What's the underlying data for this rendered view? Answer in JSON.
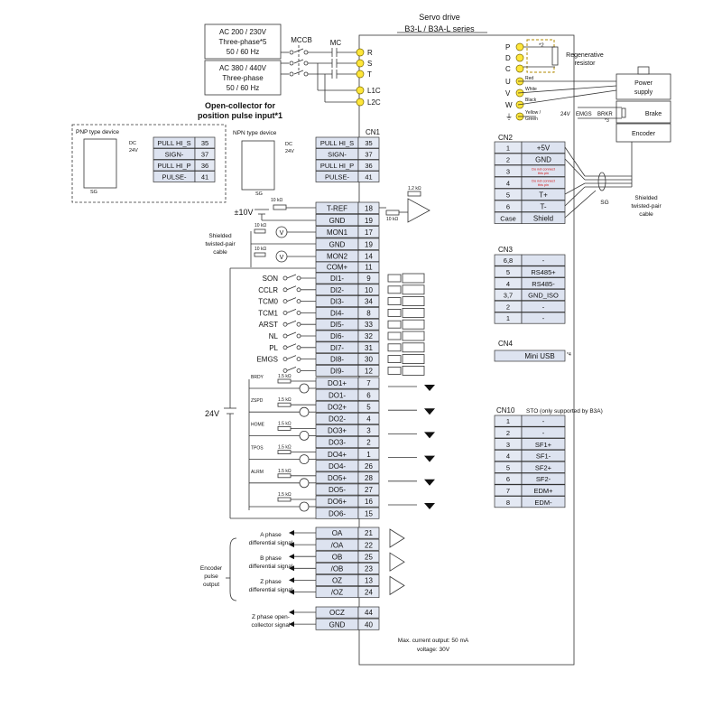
{
  "drive": {
    "title": "Servo drive",
    "series": "B3-L / B3A-L series"
  },
  "power": {
    "ac1": [
      "AC 200 / 230V",
      "Three-phase*5",
      "50 / 60 Hz"
    ],
    "ac2": [
      "AC 380 / 440V",
      "Three-phase",
      "50 / 60 Hz"
    ],
    "mccb": "MCCB",
    "mc": "MC",
    "terminals": [
      "R",
      "S",
      "T",
      "L1C",
      "L2C"
    ]
  },
  "open_collector": {
    "heading": [
      "Open-collector for",
      "position pulse input*1"
    ],
    "pnp_label": "PNP type device",
    "npn_label": "NPN type device",
    "dc_label": "DC",
    "v24": "24V",
    "sg": "SG",
    "pnp_rows": [
      {
        "name": "PULL HI_S",
        "pin": "35"
      },
      {
        "name": "SIGN-",
        "pin": "37"
      },
      {
        "name": "PULL HI_P",
        "pin": "36"
      },
      {
        "name": "PULSE-",
        "pin": "41"
      }
    ]
  },
  "cn1": {
    "label": "CN1",
    "top_rows": [
      {
        "name": "PULL HI_S",
        "pin": "35"
      },
      {
        "name": "SIGN-",
        "pin": "37"
      },
      {
        "name": "PULL HI_P",
        "pin": "36"
      },
      {
        "name": "PULSE-",
        "pin": "41"
      }
    ],
    "analog_rows": [
      {
        "name": "T-REF",
        "pin": "18"
      },
      {
        "name": "GND",
        "pin": "19"
      },
      {
        "name": "MON1",
        "pin": "17"
      },
      {
        "name": "GND",
        "pin": "19"
      },
      {
        "name": "MON2",
        "pin": "14"
      }
    ],
    "com_row": {
      "name": "COM+",
      "pin": "11"
    },
    "di_rows": [
      {
        "sig": "SON",
        "name": "DI1-",
        "pin": "9"
      },
      {
        "sig": "CCLR",
        "name": "DI2-",
        "pin": "10"
      },
      {
        "sig": "TCM0",
        "name": "DI3-",
        "pin": "34"
      },
      {
        "sig": "TCM1",
        "name": "DI4-",
        "pin": "8"
      },
      {
        "sig": "ARST",
        "name": "DI5-",
        "pin": "33"
      },
      {
        "sig": "NL",
        "name": "DI6-",
        "pin": "32"
      },
      {
        "sig": "PL",
        "name": "DI7-",
        "pin": "31"
      },
      {
        "sig": "EMGS",
        "name": "DI8-",
        "pin": "30"
      },
      {
        "sig": "",
        "name": "DI9-",
        "pin": "12"
      }
    ],
    "do_rows": [
      {
        "name": "DO1+",
        "pin": "7"
      },
      {
        "name": "DO1-",
        "pin": "6"
      },
      {
        "name": "DO2+",
        "pin": "5"
      },
      {
        "name": "DO2-",
        "pin": "4"
      },
      {
        "name": "DO3+",
        "pin": "3"
      },
      {
        "name": "DO3-",
        "pin": "2"
      },
      {
        "name": "DO4+",
        "pin": "1"
      },
      {
        "name": "DO4-",
        "pin": "26"
      },
      {
        "name": "DO5+",
        "pin": "28"
      },
      {
        "name": "DO5-",
        "pin": "27"
      },
      {
        "name": "DO6+",
        "pin": "16"
      },
      {
        "name": "DO6-",
        "pin": "15"
      }
    ],
    "do_signals": [
      "BRDY",
      "ZSPD",
      "HOME",
      "TPOS",
      "ALRM"
    ],
    "enc_rows": [
      {
        "name": "OA",
        "pin": "21"
      },
      {
        "name": "/OA",
        "pin": "22"
      },
      {
        "name": "OB",
        "pin": "25"
      },
      {
        "name": "/OB",
        "pin": "23"
      },
      {
        "name": "OZ",
        "pin": "13"
      },
      {
        "name": "/OZ",
        "pin": "24"
      }
    ],
    "ocz_rows": [
      {
        "name": "OCZ",
        "pin": "44"
      },
      {
        "name": "GND",
        "pin": "40"
      }
    ]
  },
  "labels": {
    "pm10v": "±10V",
    "r10k": "10 kΩ",
    "r12k": "1.2 kΩ",
    "r15k": "1.5 kΩ",
    "shielded_cable": [
      "Shielded",
      "twisted-pair",
      "cable"
    ],
    "v24": "24V",
    "a_phase": [
      "A phase",
      "differential signal"
    ],
    "b_phase": [
      "B phase",
      "differential signal"
    ],
    "z_phase": [
      "Z phase",
      "differential signal"
    ],
    "enc_pulse": [
      "Encoder",
      "pulse",
      "output"
    ],
    "z_open": [
      "Z phase open-",
      "collector signal"
    ],
    "max_out": [
      "Max. current output: 50 mA",
      "voltage: 30V"
    ]
  },
  "right_terminals": {
    "names": [
      "P",
      "D",
      "C",
      "U",
      "V",
      "W",
      "⏚"
    ],
    "regen": [
      "Regenerative",
      "resistor"
    ],
    "note2": "*2",
    "wires": [
      "Red",
      "White",
      "Black",
      "Yellow /",
      "Green"
    ],
    "emgs": "EMGS",
    "brkr": "BRKR",
    "note3": "*3",
    "v24": "24V",
    "motor_boxes": [
      "Power",
      "supply",
      "Brake",
      "Encoder"
    ]
  },
  "cn2": {
    "label": "CN2",
    "rows": [
      {
        "pin": "1",
        "name": "+5V",
        "red": false
      },
      {
        "pin": "2",
        "name": "GND",
        "red": false
      },
      {
        "pin": "3",
        "name": "Do not connect this pin",
        "red": true
      },
      {
        "pin": "4",
        "name": "Do not connect this pin",
        "red": true
      },
      {
        "pin": "5",
        "name": "T+",
        "red": false
      },
      {
        "pin": "6",
        "name": "T-",
        "red": false
      },
      {
        "pin": "Case",
        "name": "Shield",
        "red": false
      }
    ],
    "sg": "SG",
    "cable": [
      "Shielded",
      "twisted-pair",
      "cable"
    ]
  },
  "cn3": {
    "label": "CN3",
    "rows": [
      {
        "pin": "6,8",
        "name": "-"
      },
      {
        "pin": "5",
        "name": "RS485+"
      },
      {
        "pin": "4",
        "name": "RS485-"
      },
      {
        "pin": "3,7",
        "name": "GND_ISO"
      },
      {
        "pin": "2",
        "name": "-"
      },
      {
        "pin": "1",
        "name": "-"
      }
    ]
  },
  "cn4": {
    "label": "CN4",
    "name": "Mini USB",
    "note": "*4"
  },
  "cn10": {
    "label": "CN10",
    "note": "STO (only supported by B3A)",
    "rows": [
      {
        "pin": "1",
        "name": "-"
      },
      {
        "pin": "2",
        "name": "-"
      },
      {
        "pin": "3",
        "name": "SF1+"
      },
      {
        "pin": "4",
        "name": "SF1-"
      },
      {
        "pin": "5",
        "name": "SF2+"
      },
      {
        "pin": "6",
        "name": "SF2-"
      },
      {
        "pin": "7",
        "name": "EDM+"
      },
      {
        "pin": "8",
        "name": "EDM-"
      }
    ]
  }
}
